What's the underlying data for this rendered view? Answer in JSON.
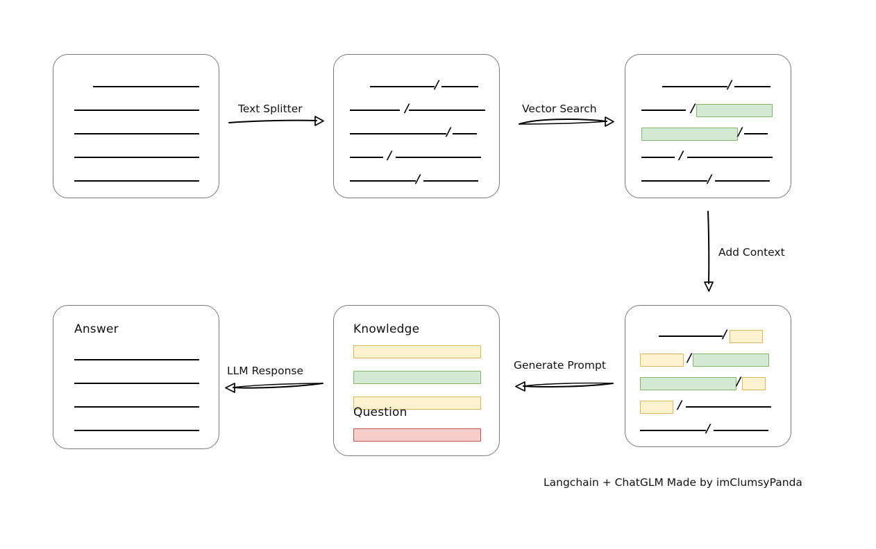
{
  "diagram": {
    "title_footer": "Langchain + ChatGLM Made by imClumsyPanda",
    "slash": "/",
    "connectors": [
      {
        "id": "text-splitter",
        "label": "Text Splitter"
      },
      {
        "id": "vector-search",
        "label": "Vector Search"
      },
      {
        "id": "add-context",
        "label": "Add Context"
      },
      {
        "id": "generate-prompt",
        "label": "Generate Prompt"
      },
      {
        "id": "llm-response",
        "label": "LLM Response"
      }
    ],
    "nodes": {
      "source_document": {
        "name": "source-document",
        "rows": [
          {
            "indent": 57,
            "parts": [
              {
                "type": "line",
                "w": 153
              }
            ]
          },
          {
            "indent": 30,
            "parts": [
              {
                "type": "line",
                "w": 180
              }
            ]
          },
          {
            "indent": 30,
            "parts": [
              {
                "type": "line",
                "w": 180
              }
            ]
          },
          {
            "indent": 30,
            "parts": [
              {
                "type": "line",
                "w": 180
              }
            ]
          },
          {
            "indent": 30,
            "parts": [
              {
                "type": "line",
                "w": 180
              }
            ]
          }
        ]
      },
      "split_chunks": {
        "name": "split-chunks",
        "rows": [
          {
            "indent": 52,
            "parts": [
              {
                "type": "line",
                "w": 93
              },
              {
                "type": "slash"
              },
              {
                "type": "gap",
                "w": 4
              },
              {
                "type": "line",
                "w": 53
              }
            ]
          },
          {
            "indent": 23,
            "parts": [
              {
                "type": "line",
                "w": 72
              },
              {
                "type": "gap",
                "w": 7
              },
              {
                "type": "slash"
              },
              {
                "type": "line",
                "w": 110
              }
            ]
          },
          {
            "indent": 23,
            "parts": [
              {
                "type": "line",
                "w": 139
              },
              {
                "type": "slash"
              },
              {
                "type": "gap",
                "w": 3
              },
              {
                "type": "line",
                "w": 35
              }
            ]
          },
          {
            "indent": 23,
            "parts": [
              {
                "type": "line",
                "w": 48
              },
              {
                "type": "gap",
                "w": 6
              },
              {
                "type": "slash"
              },
              {
                "type": "gap",
                "w": 6
              },
              {
                "type": "line",
                "w": 123
              }
            ]
          },
          {
            "indent": 23,
            "parts": [
              {
                "type": "line",
                "w": 95
              },
              {
                "type": "slash"
              },
              {
                "type": "gap",
                "w": 5
              },
              {
                "type": "line",
                "w": 79
              }
            ]
          }
        ]
      },
      "vector_hits": {
        "name": "retrieved-chunks",
        "rows": [
          {
            "indent": 53,
            "parts": [
              {
                "type": "line",
                "w": 94
              },
              {
                "type": "slash"
              },
              {
                "type": "gap",
                "w": 4
              },
              {
                "type": "line",
                "w": 52
              }
            ]
          },
          {
            "indent": 23,
            "parts": [
              {
                "type": "line",
                "w": 64
              },
              {
                "type": "gap",
                "w": 7
              },
              {
                "type": "slash"
              },
              {
                "type": "gap",
                "w": 2
              },
              {
                "type": "chip",
                "w": 110,
                "color": "green"
              }
            ]
          },
          {
            "indent": 23,
            "parts": [
              {
                "type": "chip",
                "w": 139,
                "color": "green"
              },
              {
                "type": "slash"
              },
              {
                "type": "gap",
                "w": 3
              },
              {
                "type": "line",
                "w": 34
              }
            ]
          },
          {
            "indent": 23,
            "parts": [
              {
                "type": "line",
                "w": 48
              },
              {
                "type": "gap",
                "w": 6
              },
              {
                "type": "slash"
              },
              {
                "type": "gap",
                "w": 6
              },
              {
                "type": "line",
                "w": 123
              }
            ]
          },
          {
            "indent": 23,
            "parts": [
              {
                "type": "line",
                "w": 95
              },
              {
                "type": "slash"
              },
              {
                "type": "gap",
                "w": 5
              },
              {
                "type": "line",
                "w": 79
              }
            ]
          }
        ]
      },
      "context_chunks": {
        "name": "context-with-question",
        "rows": [
          {
            "indent": 48,
            "parts": [
              {
                "type": "line",
                "w": 92
              },
              {
                "type": "slash"
              },
              {
                "type": "gap",
                "w": 4
              },
              {
                "type": "chip",
                "w": 48,
                "color": "yellow"
              }
            ]
          },
          {
            "indent": 21,
            "parts": [
              {
                "type": "chip",
                "w": 63,
                "color": "yellow"
              },
              {
                "type": "gap",
                "w": 5
              },
              {
                "type": "slash"
              },
              {
                "type": "gap",
                "w": 2
              },
              {
                "type": "chip",
                "w": 110,
                "color": "green"
              }
            ]
          },
          {
            "indent": 21,
            "parts": [
              {
                "type": "chip",
                "w": 139,
                "color": "green"
              },
              {
                "type": "slash"
              },
              {
                "type": "gap",
                "w": 2
              },
              {
                "type": "chip",
                "w": 34,
                "color": "yellow"
              }
            ]
          },
          {
            "indent": 21,
            "parts": [
              {
                "type": "chip",
                "w": 48,
                "color": "yellow"
              },
              {
                "type": "gap",
                "w": 6
              },
              {
                "type": "slash"
              },
              {
                "type": "gap",
                "w": 6
              },
              {
                "type": "line",
                "w": 123
              }
            ]
          },
          {
            "indent": 21,
            "parts": [
              {
                "type": "line",
                "w": 95
              },
              {
                "type": "slash"
              },
              {
                "type": "gap",
                "w": 5
              },
              {
                "type": "line",
                "w": 79
              }
            ]
          }
        ]
      },
      "prompt": {
        "name": "generated-prompt",
        "knowledge_label": "Knowledge",
        "question_label": "Question",
        "knowledge_bars": [
          {
            "color": "yellow"
          },
          {
            "color": "green"
          },
          {
            "color": "yellow"
          }
        ],
        "question_bars": [
          {
            "color": "red"
          }
        ]
      },
      "answer": {
        "name": "answer-document",
        "label": "Answer",
        "rows": [
          {
            "indent": 30,
            "parts": [
              {
                "type": "line",
                "w": 180
              }
            ]
          },
          {
            "indent": 30,
            "parts": [
              {
                "type": "line",
                "w": 180
              }
            ]
          },
          {
            "indent": 30,
            "parts": [
              {
                "type": "line",
                "w": 180
              }
            ]
          },
          {
            "indent": 30,
            "parts": [
              {
                "type": "line",
                "w": 180
              }
            ]
          }
        ]
      }
    }
  }
}
